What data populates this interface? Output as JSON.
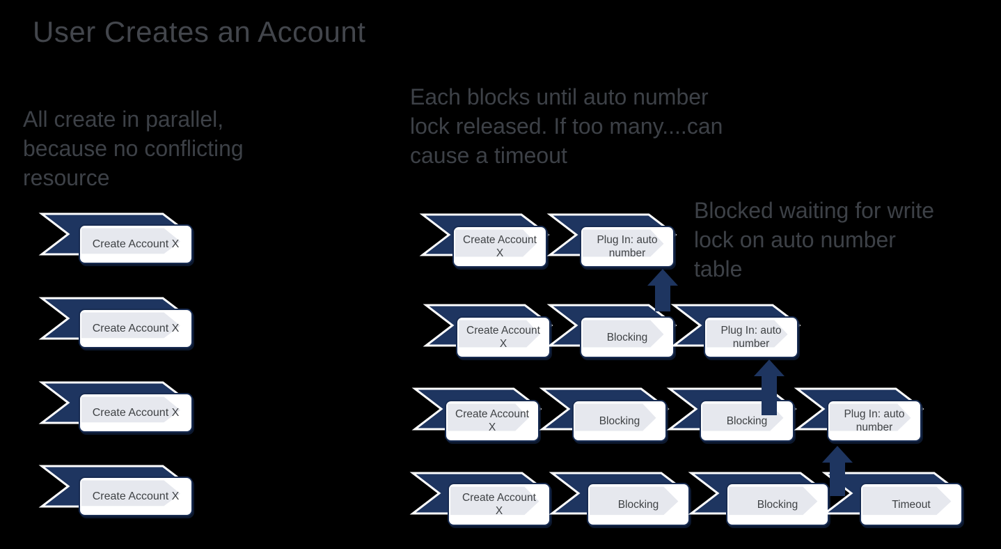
{
  "slide": {
    "title": "User Creates an Account"
  },
  "annotations": {
    "left": {
      "lines": [
        "All create in parallel,",
        "because no conflicting",
        "resource"
      ]
    },
    "middle": {
      "lines": [
        "Each blocks until auto number",
        "lock released. If too many....can",
        "cause a timeout"
      ]
    },
    "right": {
      "lines": [
        "Blocked waiting for write",
        "lock on auto number",
        "table"
      ]
    }
  },
  "left_column": {
    "items": [
      {
        "label": "Create Account X"
      },
      {
        "label": "Create Account X"
      },
      {
        "label": "Create Account X"
      },
      {
        "label": "Create Account X"
      }
    ]
  },
  "right_grid": {
    "rows": [
      {
        "steps": [
          {
            "label": "Create Account X"
          },
          {
            "label": "Plug In: auto number"
          }
        ]
      },
      {
        "steps": [
          {
            "label": "Create Account X"
          },
          {
            "label": "Blocking"
          },
          {
            "label": "Plug In: auto number"
          }
        ]
      },
      {
        "steps": [
          {
            "label": "Create Account X"
          },
          {
            "label": "Blocking"
          },
          {
            "label": "Blocking"
          },
          {
            "label": "Plug In: auto number"
          }
        ]
      },
      {
        "steps": [
          {
            "label": "Create Account X"
          },
          {
            "label": "Blocking"
          },
          {
            "label": "Blocking"
          },
          {
            "label": "Timeout"
          }
        ]
      }
    ]
  },
  "connectors": {
    "count": 3,
    "direction": "up",
    "style": "block-arrow"
  },
  "colors": {
    "background": "#000000",
    "chevron_navy": "#1e3560",
    "card_border": "#182c52",
    "card_fill": "#ffffff",
    "card_accent": "#e6e8ee",
    "arrow_navy": "#1e3560",
    "title_text": "#43464c",
    "note_text": "#3d4147",
    "card_text": "#3f4245"
  }
}
